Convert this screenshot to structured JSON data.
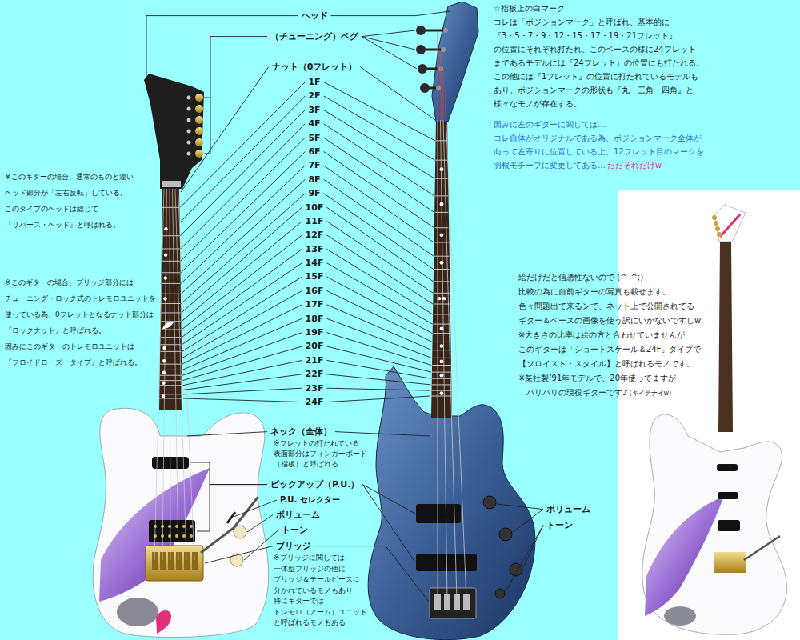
{
  "diagram": {
    "labels": [
      "ヘッド",
      "（チューニング）ペグ",
      "ナット（0フレット）",
      "1F",
      "2F",
      "3F",
      "4F",
      "5F",
      "6F",
      "7F",
      "8F",
      "9F",
      "10F",
      "11F",
      "12F",
      "13F",
      "14F",
      "15F",
      "16F",
      "17F",
      "18F",
      "19F",
      "20F",
      "21F",
      "22F",
      "23F",
      "24F",
      "ネック（全体）",
      "※フレットの打たれている",
      "表面部分はフィンガーボード",
      "（指板）と呼ばれる",
      "ピックアップ（P.U.）",
      "P.U. セレクター",
      "ボリューム",
      "トーン",
      "ブリッジ",
      "※ブリッジに関しては",
      "一体型ブリッジの他に",
      "ブリッジ＆テールピースに",
      "分かれているモノもあり",
      "特にギターでは",
      "トレモロ（アーム）ユニット",
      "と呼ばれるモノもある",
      "ボリューム",
      "トーン",
      "※このギターの場合、通常のものと違い",
      "ヘッド部分が「左右反転」している。",
      "このタイプのヘッドは総じて",
      "『リバース・ヘッド』と呼ばれる。",
      "※このギターの場合、ブリッジ部分には",
      "チューニング・ロック式のトレモロユニットを",
      "使っている為、0フレットとなるナット部分は",
      "『ロックナット』と呼ばれる。",
      "因みにこのギターのトレモロユニットは",
      "『フロイドローズ・タイプ』と呼ばれる。",
      "☆指板上の白マーク",
      "コレは「ポジションマーク」と呼ばれ、基本的に",
      "『3・5・7・9・12・15・17・19・21フレット』",
      "の位置にそれぞれ打たれ、このベースの様に24フレット",
      "まであるモデルには『24フレット』の位置にも打たれる。",
      "この他には『1フレット』の位置に打たれているモデルも",
      "あり、ポジションマークの形状も『丸・三角・四角』と",
      "様々なモノが存在する。",
      "因みに左のギターに関しては…",
      "コレ自体がオリジナルである為、ポジションマーク全体が",
      "向って左寄りに位置している上、12フレット目のマークを",
      "羽根モチーフに変更してある…",
      "ただそれだけw",
      "絵だけだと信憑性ないので (^_^;)",
      "比較の為に自前ギターの写真も載せます。",
      "色々問題出て来るンで、ネット上で公開されてる",
      "ギター＆ベースの画像を使う訳にいかないですしw",
      "※大きさの比率は絵の方と合わせていませんが",
      "このギターは「ショートスケール＆24F」タイプで",
      "【ソロイスト・スタイル】と呼ばれるモノです。",
      "※某社製’91年モデルで、20年使ってますが",
      "バリバリの現役ギターです♪",
      "(キイテナイw)"
    ]
  }
}
